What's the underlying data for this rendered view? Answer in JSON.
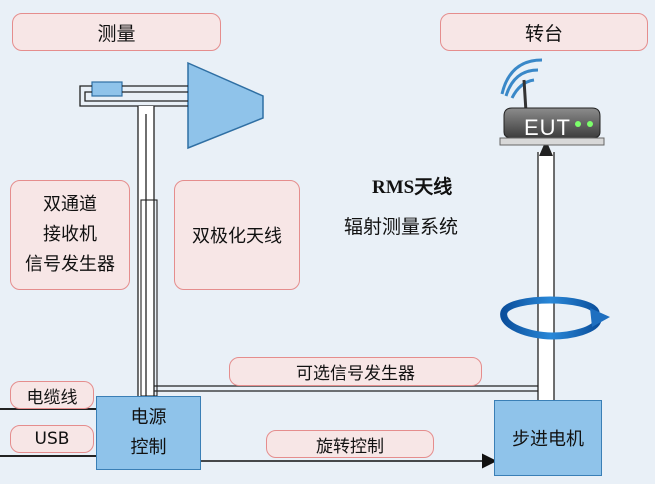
{
  "labels": {
    "measure": "测量",
    "turntable": "转台",
    "dual_line1": "双通道",
    "dual_line2": "接收机",
    "dual_line3": "信号发生器",
    "dual_pol": "双极化天线",
    "rms_line1": "RMS天线",
    "rms_line2": "辐射测量系统",
    "optional_gen": "可选信号发生器",
    "cable": "电缆线",
    "usb": "USB",
    "power_line1": "电源",
    "power_line2": "控制",
    "rotation_ctrl": "旋转控制",
    "stepper": "步进电机",
    "eut": "EUT"
  },
  "colors": {
    "pill_fill": "#f7e6e6",
    "pill_border": "#e58d8d",
    "box_fill": "#8fc3ea",
    "box_border": "#3a7fb6",
    "antenna_fill": "#8fc3ea",
    "background": "#e9f0f7"
  },
  "icons": [
    "router-icon",
    "rotation-arrow-icon",
    "horn-antenna-icon"
  ]
}
